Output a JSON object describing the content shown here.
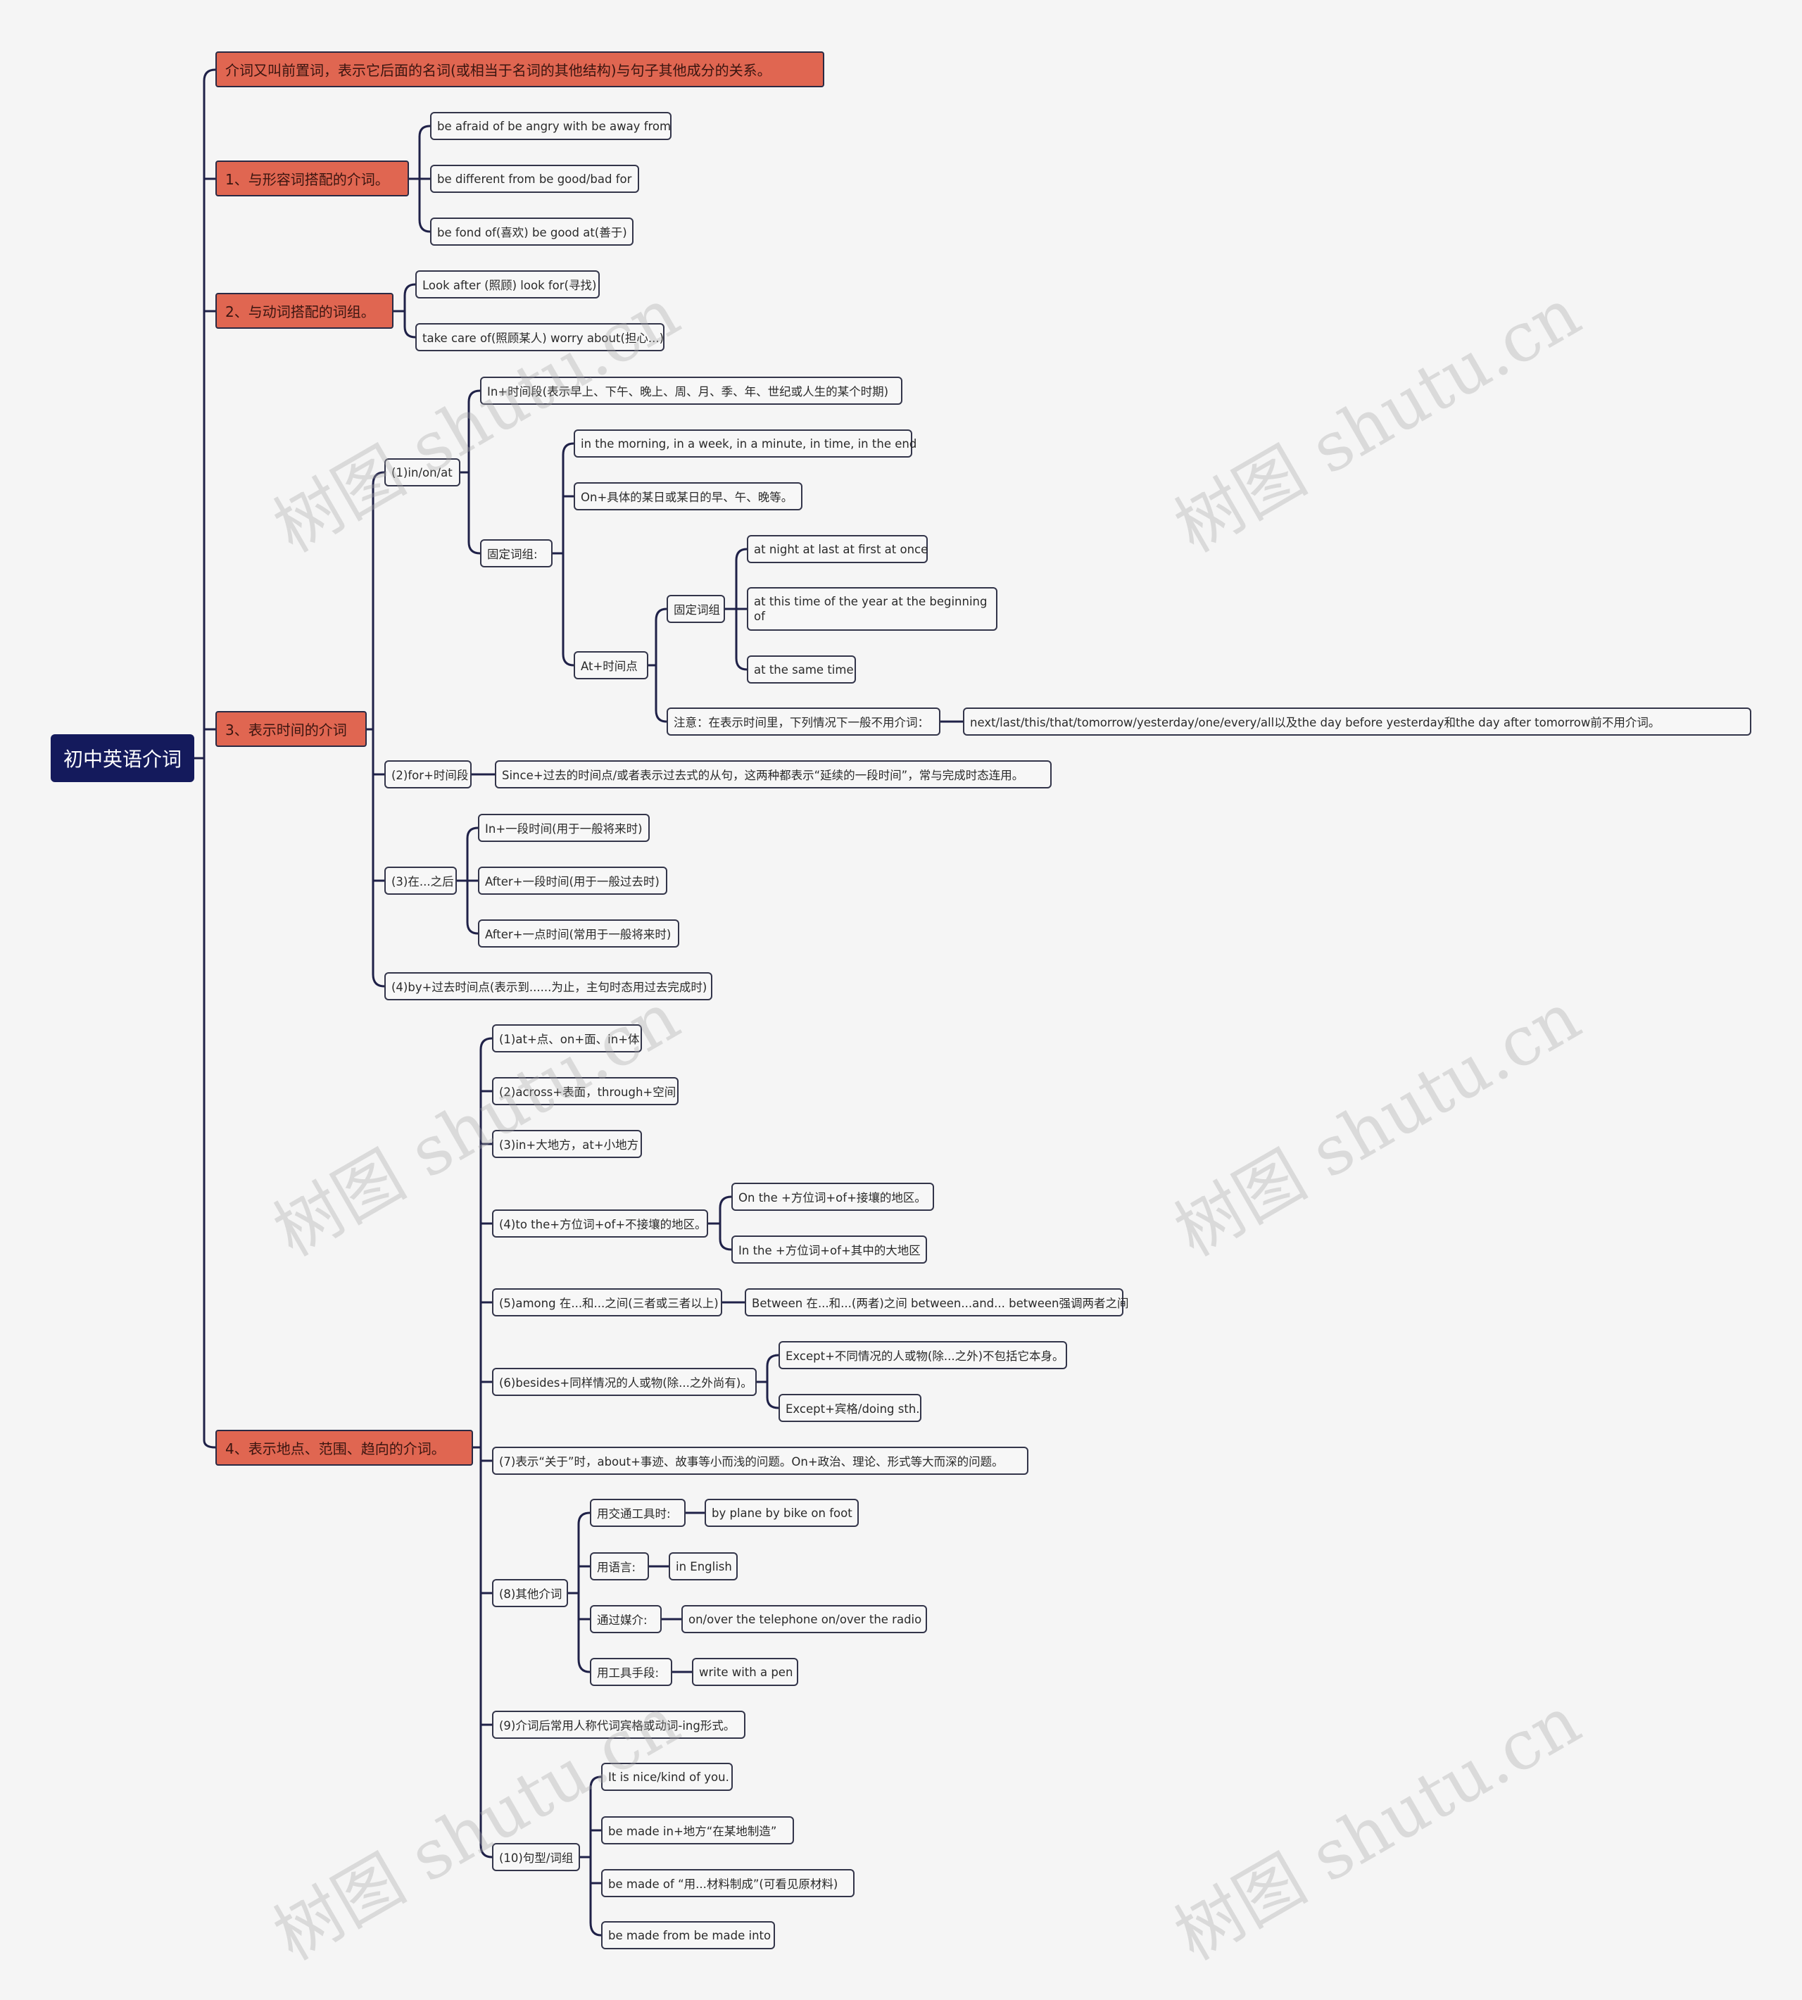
{
  "root": "初中英语介词",
  "watermark": "树图 shutu.cn",
  "colors": {
    "root": "#141a5c",
    "branch": "#e06651",
    "leaf": "#f7f7f7",
    "line": "#1f2148"
  },
  "branches": {
    "intro": "介词又叫前置词，表示它后面的名词(或相当于名词的其他结构)与句子其他成分的关系。",
    "adj": {
      "label": "1、与形容词搭配的介词。",
      "items": [
        "be afraid of be angry with be away from",
        "be different from be good/bad for",
        "be fond of(喜欢) be good at(善于)"
      ]
    },
    "verb": {
      "label": "2、与动词搭配的词组。",
      "items": [
        "Look after (照顾) look for(寻找)",
        "take care of(照顾某人) worry about(担心...)"
      ]
    },
    "time": {
      "label": "3、表示时间的介词",
      "inonat": {
        "label": "(1)in/on/at",
        "in": "In+时间段(表示早上、下午、晚上、周、月、季、年、世纪或人生的某个时期)",
        "fixed": {
          "label": "固定词组:",
          "in_examples": "in the morning, in a week, in a minute, in time, in the end",
          "on": "On+具体的某日或某日的早、午、晚等。",
          "at": {
            "label": "At+时间点",
            "fixed": {
              "label": "固定词组",
              "items": [
                "at night at last at first at once",
                "at this time of the year at the beginning of",
                "at the same time"
              ]
            },
            "note": "注意：在表示时间里，下列情况下一般不用介词：",
            "note_detail": "next/last/this/that/tomorrow/yesterday/one/every/all以及the day before yesterday和the day after tomorrow前不用介词。"
          }
        }
      },
      "for": {
        "label": "(2)for+时间段",
        "detail": "Since+过去的时间点/或者表示过去式的从句，这两种都表示“延续的一段时间”，常与完成时态连用。"
      },
      "after": {
        "label": "(3)在...之后",
        "items": [
          "In+一段时间(用于一般将来时)",
          "After+一段时间(用于一般过去时)",
          "After+一点时间(常用于一般将来时)"
        ]
      },
      "by": "(4)by+过去时间点(表示到......为止，主句时态用过去完成时)"
    },
    "place": {
      "label": "4、表示地点、范围、趋向的介词。",
      "p1": "(1)at+点、on+面、in+体",
      "p2": "(2)across+表面，through+空间",
      "p3": "(3)in+大地方，at+小地方",
      "p4": {
        "label": "(4)to the+方位词+of+不接壤的地区。",
        "items": [
          "On the +方位词+of+接壤的地区。",
          "In the +方位词+of+其中的大地区"
        ]
      },
      "p5": {
        "label": "(5)among 在...和...之间(三者或三者以上)",
        "detail": "Between 在...和...(两者)之间 between...and... between强调两者之间"
      },
      "p6": {
        "label": "(6)besides+同样情况的人或物(除...之外尚有)。",
        "items": [
          "Except+不同情况的人或物(除...之外)不包括它本身。",
          "Except+宾格/doing sth."
        ]
      },
      "p7": "(7)表示“关于”时，about+事迹、故事等小而浅的问题。On+政治、理论、形式等大而深的问题。",
      "p8": {
        "label": "(8)其他介词",
        "rows": [
          {
            "k": "用交通工具时:",
            "v": "by plane by bike on foot"
          },
          {
            "k": "用语言:",
            "v": "in English"
          },
          {
            "k": "通过媒介:",
            "v": "on/over the telephone on/over the radio"
          },
          {
            "k": "用工具手段:",
            "v": "write with a pen"
          }
        ]
      },
      "p9": "(9)介词后常用人称代词宾格或动词-ing形式。",
      "p10": {
        "label": "(10)句型/词组",
        "items": [
          "It is nice/kind of you.",
          "be made in+地方“在某地制造”",
          "be made of “用...材料制成”(可看见原材料)",
          "be made from be made into"
        ]
      }
    }
  }
}
